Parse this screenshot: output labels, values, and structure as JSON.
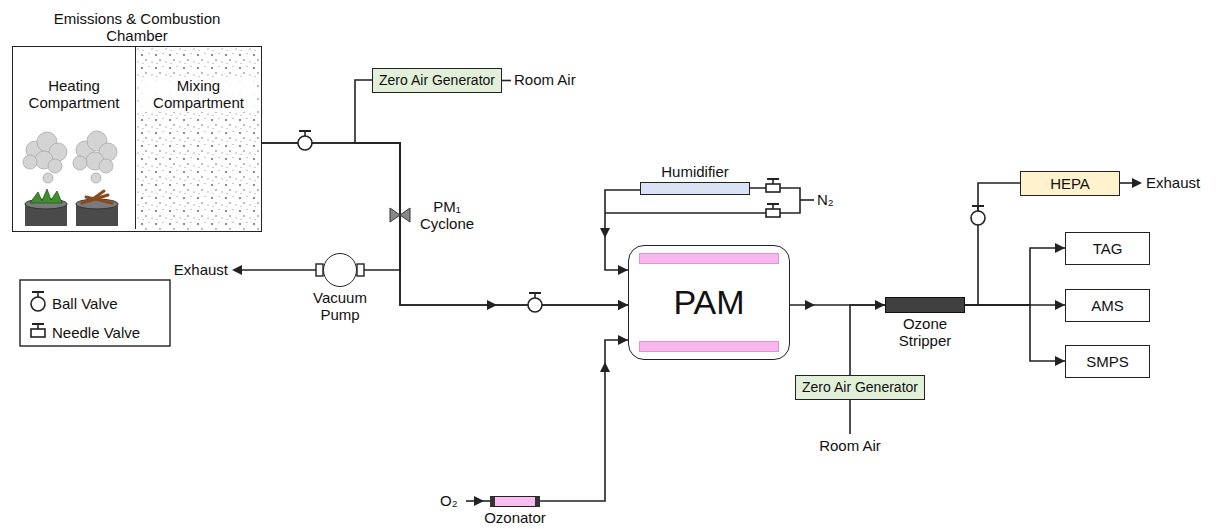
{
  "diagram": {
    "nodes": [
      {
        "text": [
          "Emissions & Combustion Chamber"
        ]
      },
      {
        "text": [
          "Heating Compartment"
        ],
        "in": 0
      },
      {
        "text": [
          "Mixing Compartment"
        ],
        "in": 0
      },
      {
        "text": [
          "Zero Air Generator"
        ]
      },
      {
        "text": [
          "Vacuum Pump"
        ]
      },
      {
        "text": [
          "Humidifier"
        ]
      },
      {
        "text": [
          "PAM"
        ]
      },
      {
        "text": [
          "Zero Air Generator"
        ]
      },
      {
        "text": [
          "Ozone Stripper"
        ]
      },
      {
        "text": [
          "HEPA"
        ]
      },
      {
        "text": [
          "TAG"
        ]
      },
      {
        "text": [
          "AMS"
        ]
      },
      {
        "text": [
          "SMPS"
        ]
      },
      {
        "text": [
          "Ozonator"
        ]
      }
    ],
    "edges": [
      {
        "from": 0,
        "to": 6,
        "arrow": "to"
      },
      {
        "from": 3,
        "to": 6,
        "arrow": "to"
      },
      {
        "from": 0,
        "to": 4,
        "arrow": "none"
      },
      {
        "from": 5,
        "to": 6,
        "arrow": "to"
      },
      {
        "from": 13,
        "to": 6,
        "arrow": "to"
      },
      {
        "from": 6,
        "to": 8,
        "arrow": "to"
      },
      {
        "from": 7,
        "to": 8,
        "arrow": "none"
      },
      {
        "from": 8,
        "to": 9,
        "arrow": "none"
      },
      {
        "from": 8,
        "to": 10,
        "arrow": "to"
      },
      {
        "from": 8,
        "to": 11,
        "arrow": "to"
      },
      {
        "from": 8,
        "to": 12,
        "arrow": "to"
      }
    ],
    "labels": [
      "PM₁ Cyclone",
      "Room Air",
      "Exhaust",
      "N₂",
      "O₂",
      "Room Air",
      "Exhaust"
    ],
    "legend": [
      {
        "text": "Ball Valve"
      },
      {
        "text": "Needle Valve"
      }
    ]
  }
}
